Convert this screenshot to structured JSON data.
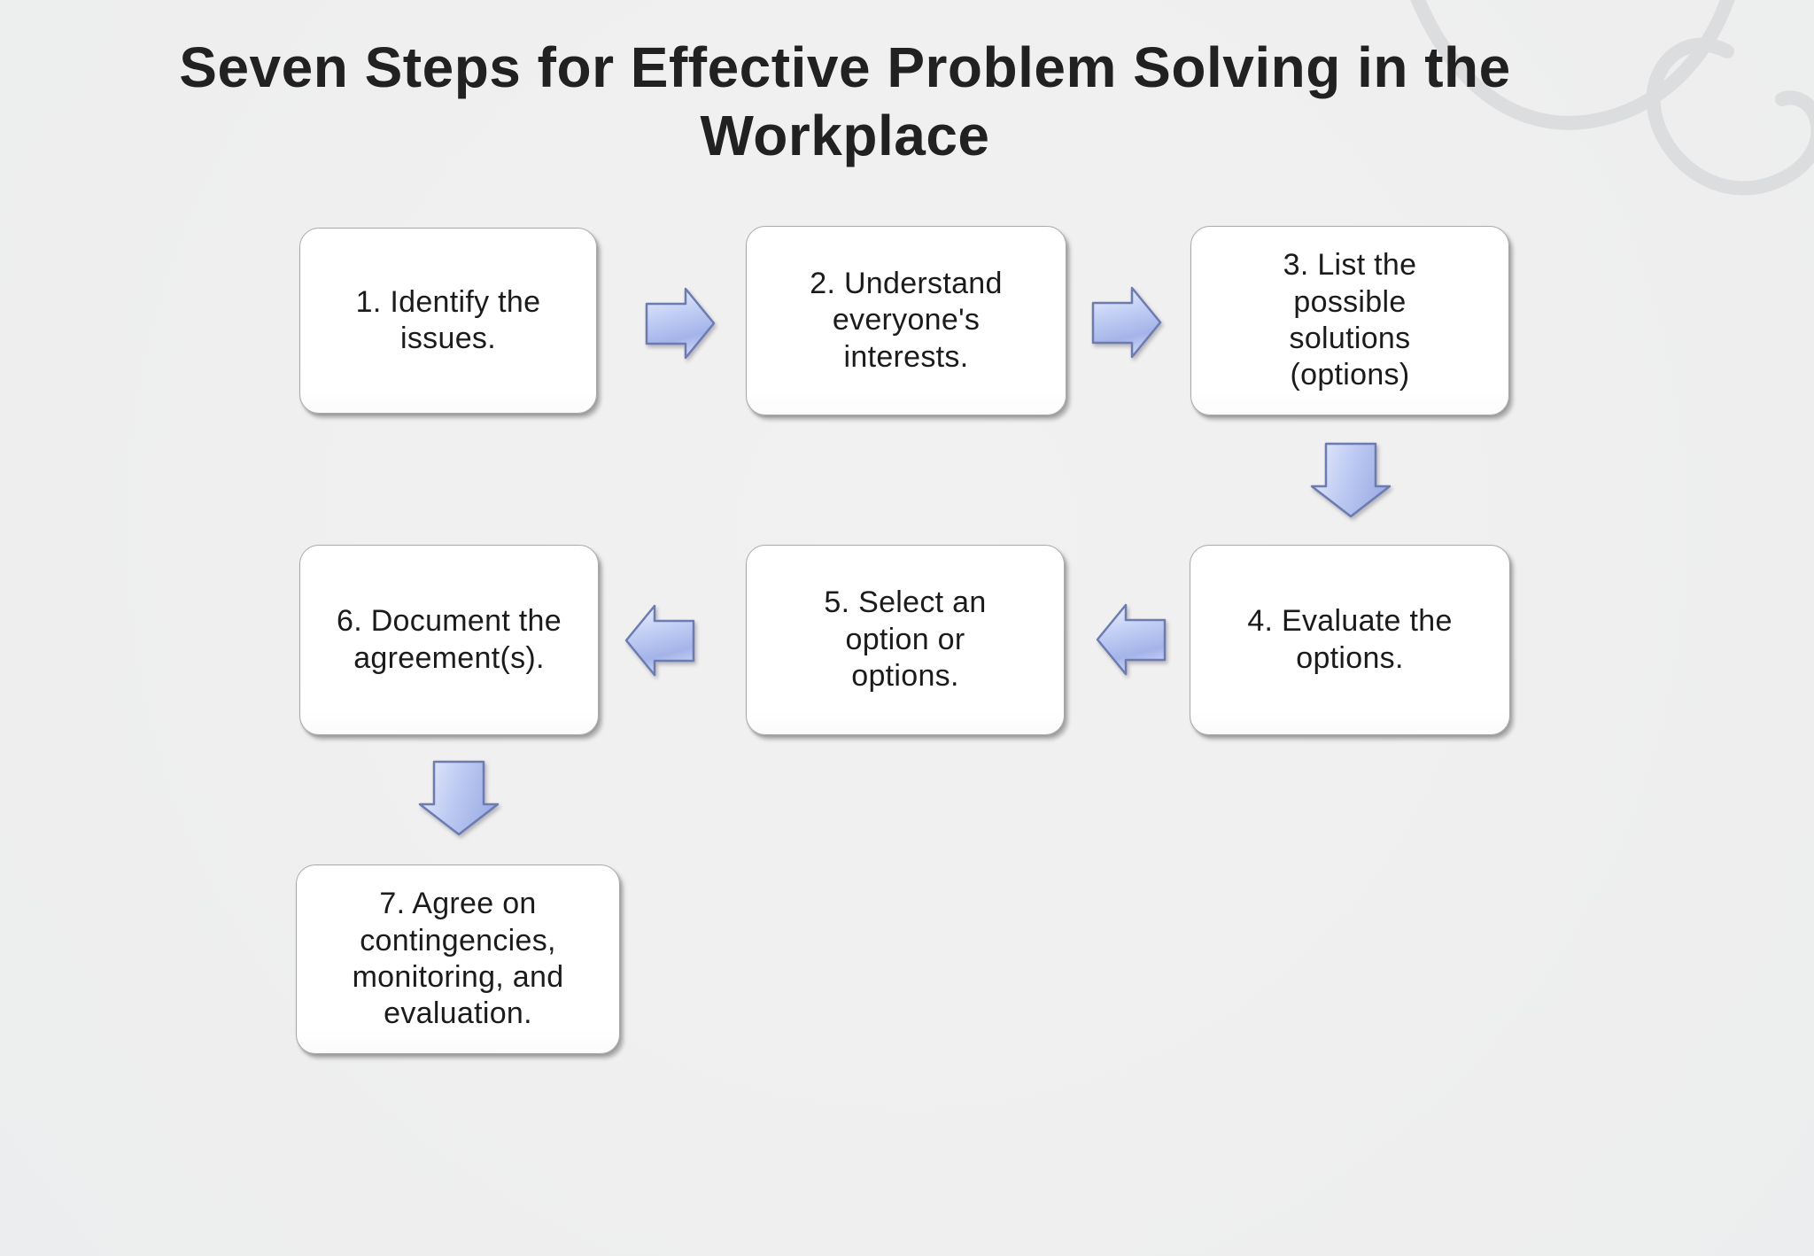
{
  "title": "Seven Steps for Effective Problem Solving in the\nWorkplace",
  "steps": [
    {
      "label": "1. Identify the\nissues."
    },
    {
      "label": "2. Understand\neveryone's\ninterests."
    },
    {
      "label": "3. List the\npossible\nsolutions\n(options)"
    },
    {
      "label": "4. Evaluate the\noptions."
    },
    {
      "label": "5. Select an\noption or\noptions."
    },
    {
      "label": "6. Document the\nagreement(s)."
    },
    {
      "label": "7. Agree on\ncontingencies,\nmonitoring, and\nevaluation."
    }
  ],
  "flow": [
    {
      "from": "step 1",
      "to": "step 2",
      "direction": "right"
    },
    {
      "from": "step 2",
      "to": "step 3",
      "direction": "right"
    },
    {
      "from": "step 3",
      "to": "step 4",
      "direction": "down"
    },
    {
      "from": "step 4",
      "to": "step 5",
      "direction": "left"
    },
    {
      "from": "step 5",
      "to": "step 6",
      "direction": "left"
    },
    {
      "from": "step 6",
      "to": "step 7",
      "direction": "down"
    }
  ],
  "colors": {
    "background": "#efefef",
    "box_fill": "#ffffff",
    "box_border": "#a9a9a9",
    "arrow_fill": "#b7c5f0",
    "arrow_highlight": "#e9eefc",
    "arrow_edge": "#6d7cb0",
    "swirl": "#dcdddf",
    "title_text": "#212121",
    "step_text": "#1b1b1b"
  }
}
